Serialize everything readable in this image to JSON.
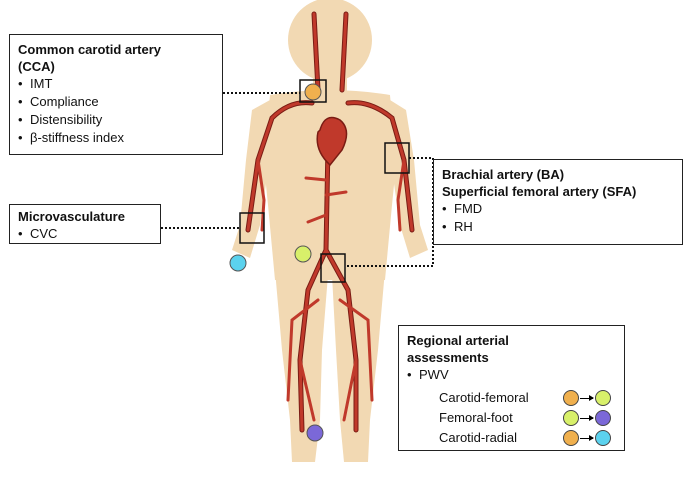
{
  "cca": {
    "title_line1": "Common carotid artery",
    "title_line2": "(CCA)",
    "items": [
      "IMT",
      "Compliance",
      "Distensibility",
      "β-stiffness index"
    ]
  },
  "micro": {
    "title": "Microvasculature",
    "items": [
      "CVC"
    ]
  },
  "ba": {
    "title_line1": "Brachial artery (BA)",
    "title_line2": "Superficial femoral artery (SFA)",
    "items": [
      "FMD",
      "RH"
    ]
  },
  "regional": {
    "title_line1": "Regional arterial",
    "title_line2": "assessments",
    "item": "PWV",
    "rows": [
      {
        "label": "Carotid-femoral",
        "from": "carotid",
        "to": "femoral"
      },
      {
        "label": "Femoral-foot",
        "from": "femoral",
        "to": "foot"
      },
      {
        "label": "Carotid-radial",
        "from": "carotid",
        "to": "radial"
      }
    ]
  },
  "colors": {
    "body": "#f2d9b3",
    "artery": "#c0392b",
    "artery_dark": "#7a1c14",
    "carotid": "#f0b04e",
    "femoral": "#d8f06a",
    "foot": "#7b68d8",
    "radial": "#5bd2ee"
  }
}
